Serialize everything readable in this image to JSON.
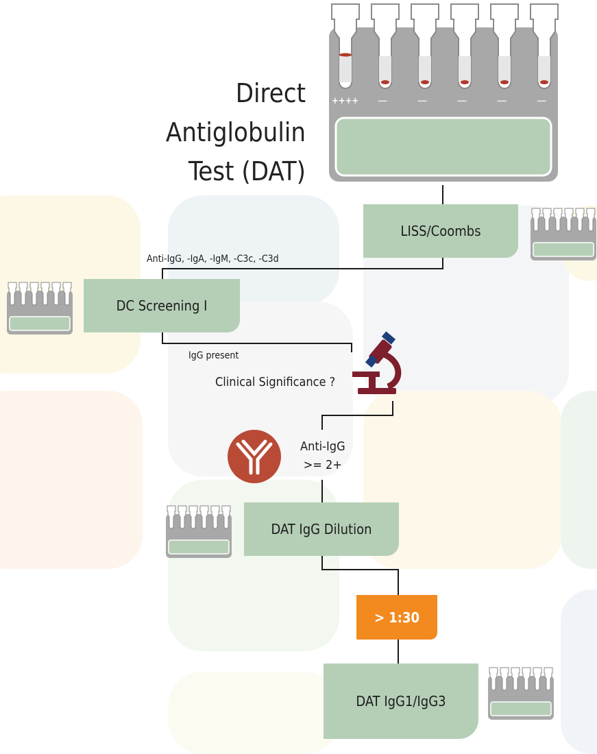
{
  "title": {
    "line1": "Direct",
    "line2": "Antiglobulin",
    "line3": "Test (DAT)"
  },
  "card_reactions": [
    "++++",
    "—",
    "—",
    "—",
    "—",
    "—"
  ],
  "nodes": {
    "liss": "LISS/Coombs",
    "dc_screening": "DC Screening I",
    "dat_dilution": "DAT IgG Dilution",
    "threshold": "> 1:30",
    "dat_subclass": "DAT IgG1/IgG3"
  },
  "labels": {
    "antisera": "Anti-IgG, -IgA, -IgM, -C3c, -C3d",
    "igg_present": "IgG present",
    "clinical": "Clinical Significance ?",
    "anti_igg_line1": "Anti-IgG",
    "anti_igg_line2": ">= 2+"
  },
  "colors": {
    "node_green": "#b5cfb6",
    "card_gray": "#a8a8a8",
    "threshold_orange": "#f28a1f",
    "microscope_maroon": "#7d1f2c",
    "antibody_circle": "#b94a36",
    "blood_red": "#b03a2a"
  },
  "icons": [
    "gel-card-icon",
    "microscope-icon",
    "antibody-icon"
  ]
}
